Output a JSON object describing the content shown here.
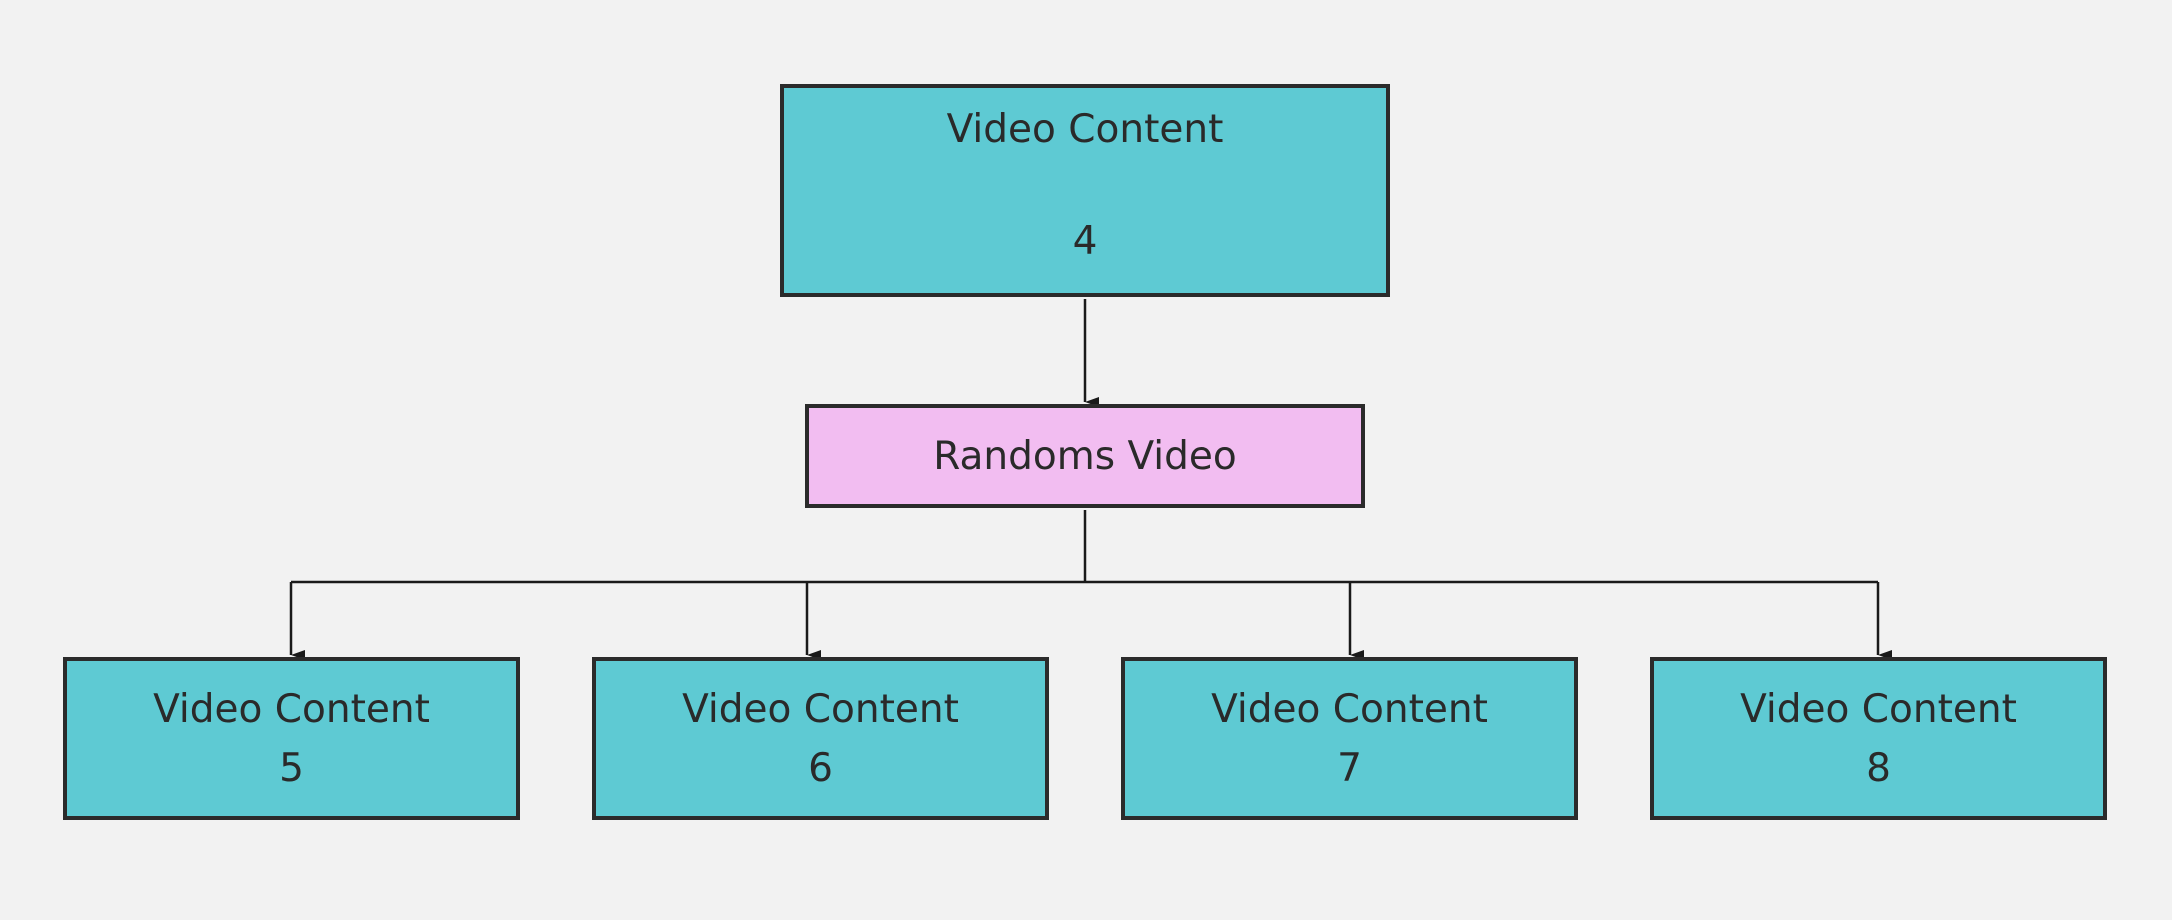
{
  "diagram": {
    "top_node": {
      "title": "Video Content",
      "number": "4"
    },
    "hub_node": {
      "label": "Randoms Video"
    },
    "children": [
      {
        "title": "Video Content",
        "number": "5"
      },
      {
        "title": "Video Content",
        "number": "6"
      },
      {
        "title": "Video Content",
        "number": "7"
      },
      {
        "title": "Video Content",
        "number": "8"
      }
    ],
    "colors": {
      "background": "#f2f2f2",
      "content_node": "#5ecad3",
      "hub_node": "#f2bdf1",
      "border": "#2b2b2b",
      "connector": "#1a1a1a"
    }
  }
}
